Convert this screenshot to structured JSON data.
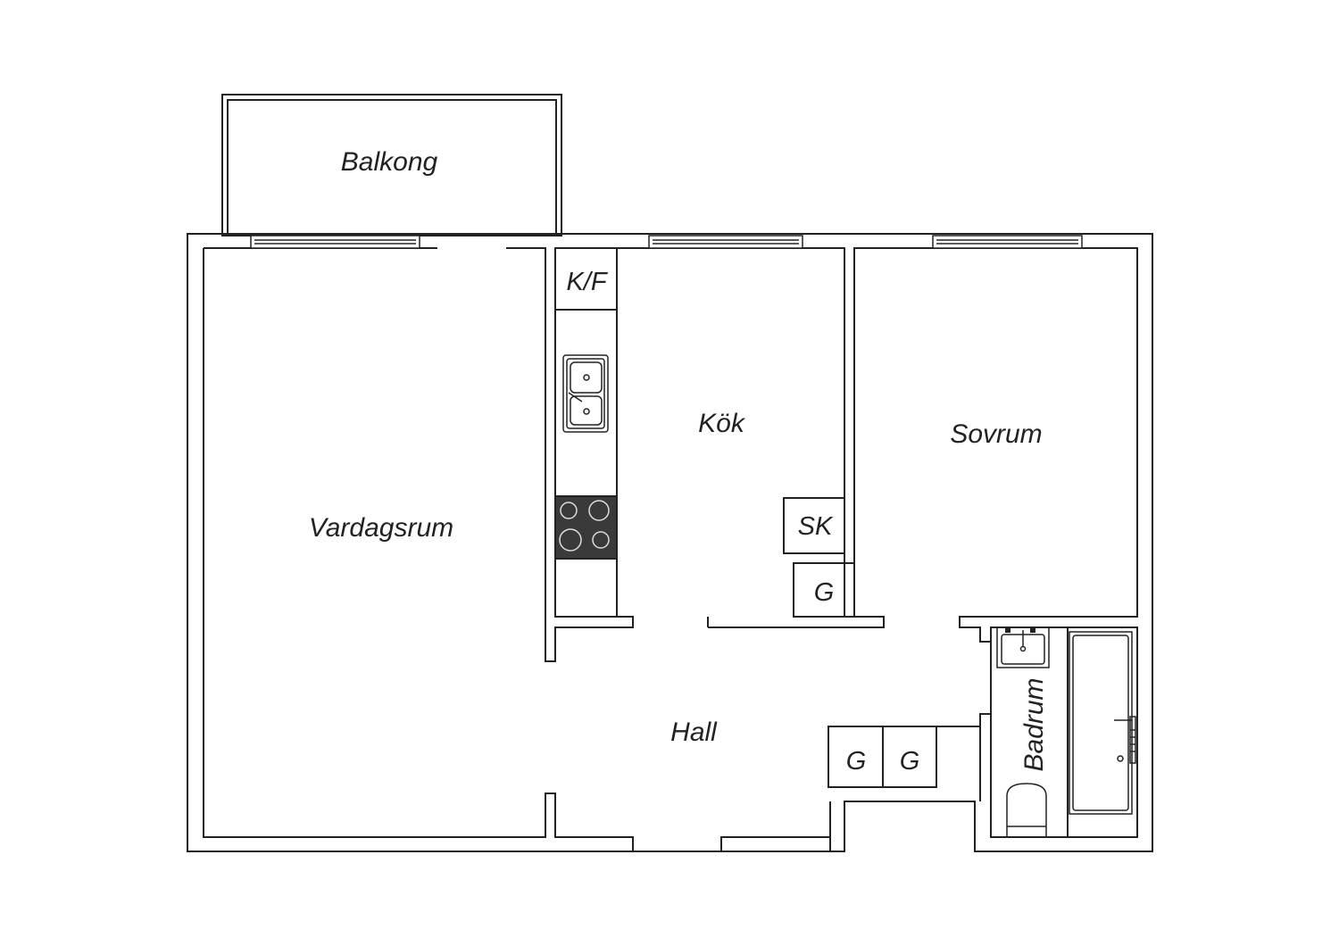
{
  "rooms": {
    "balkong": "Balkong",
    "vardagsrum": "Vardagsrum",
    "kok": "Kök",
    "sovrum": "Sovrum",
    "hall": "Hall",
    "badrum": "Badrum"
  },
  "fixtures": {
    "kf": "K/F",
    "sk": "SK",
    "g1": "G",
    "g2": "G",
    "g3": "G"
  },
  "colors": {
    "line": "#222222",
    "stove": "#3a3a3a",
    "background": "#ffffff"
  }
}
